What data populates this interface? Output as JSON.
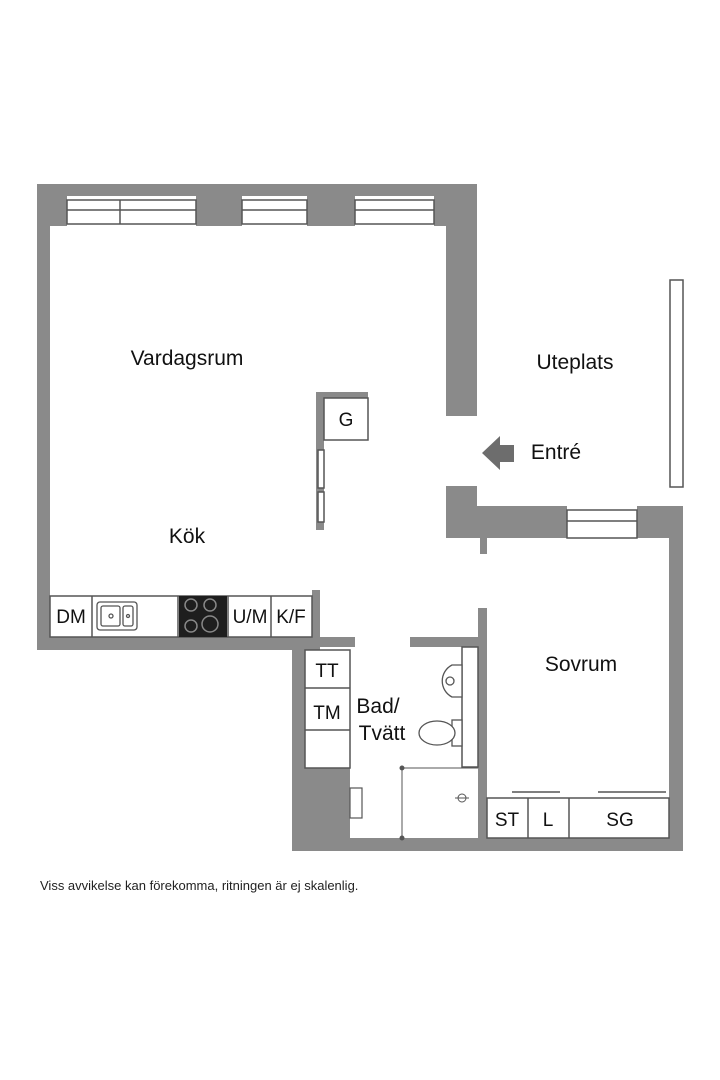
{
  "rooms": {
    "living": "Vardagsrum",
    "kitchen": "Kök",
    "patio": "Uteplats",
    "entrance": "Entré",
    "bedroom": "Sovrum",
    "bath_line1": "Bad/",
    "bath_line2": "Tvätt"
  },
  "fixtures": {
    "wardrobe": "G",
    "dishwasher": "DM",
    "fridge_freezer_under": "U/M",
    "fridge_freezer": "K/F",
    "dryer": "TT",
    "washer": "TM",
    "st": "ST",
    "l": "L",
    "sg": "SG"
  },
  "note": "Viss avvikelse kan förekomma, ritningen är ej skalenlig.",
  "colors": {
    "wall": "#8a8a8a",
    "outline": "#555555",
    "stove": "#1e1e1e"
  }
}
